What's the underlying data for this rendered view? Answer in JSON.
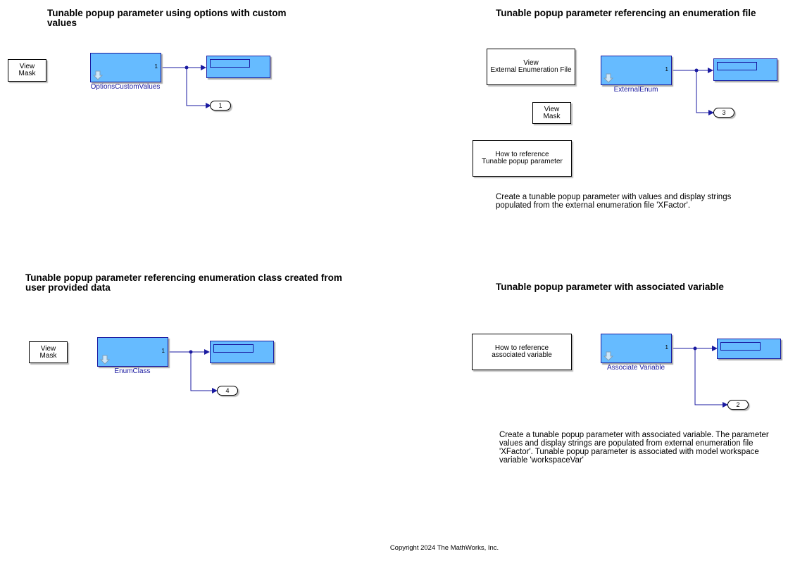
{
  "sections": {
    "options": {
      "heading": "Tunable popup parameter using options with custom values",
      "view_mask": "View\nMask",
      "block_name": "OptionsCustomValues",
      "port_label": "1",
      "outport": "1"
    },
    "external_enum": {
      "heading": "Tunable popup parameter referencing an enumeration file",
      "view_external": "View\nExternal Enumeration File",
      "view_mask": "View\nMask",
      "how_to": "How to reference\nTunable popup parameter",
      "block_name": "ExternalEnum",
      "port_label": "1",
      "outport": "3",
      "description": "Create a tunable popup parameter with values and display strings populated from the external enumeration file 'XFactor'."
    },
    "enum_class": {
      "heading": "Tunable popup parameter referencing enumeration class created from user provided data",
      "view_mask": "View\nMask",
      "block_name": "EnumClass",
      "port_label": "1",
      "outport": "4"
    },
    "associated_var": {
      "heading": "Tunable popup parameter with associated variable",
      "how_to": "How to reference\nassociated variable",
      "block_name": "Associate Variable",
      "port_label": "1",
      "outport": "2",
      "description": "Create a tunable popup parameter with associated variable. The parameter values and display strings are populated from external enumeration file 'XFactor'. Tunable popup parameter is associated with model workspace variable 'workspaceVar'"
    }
  },
  "footer": {
    "copyright": "Copyright 2024 The MathWorks, Inc."
  },
  "colors": {
    "block_fill": "#66bbff",
    "block_border": "#1a1aa0",
    "wire": "#1a1aa0"
  }
}
